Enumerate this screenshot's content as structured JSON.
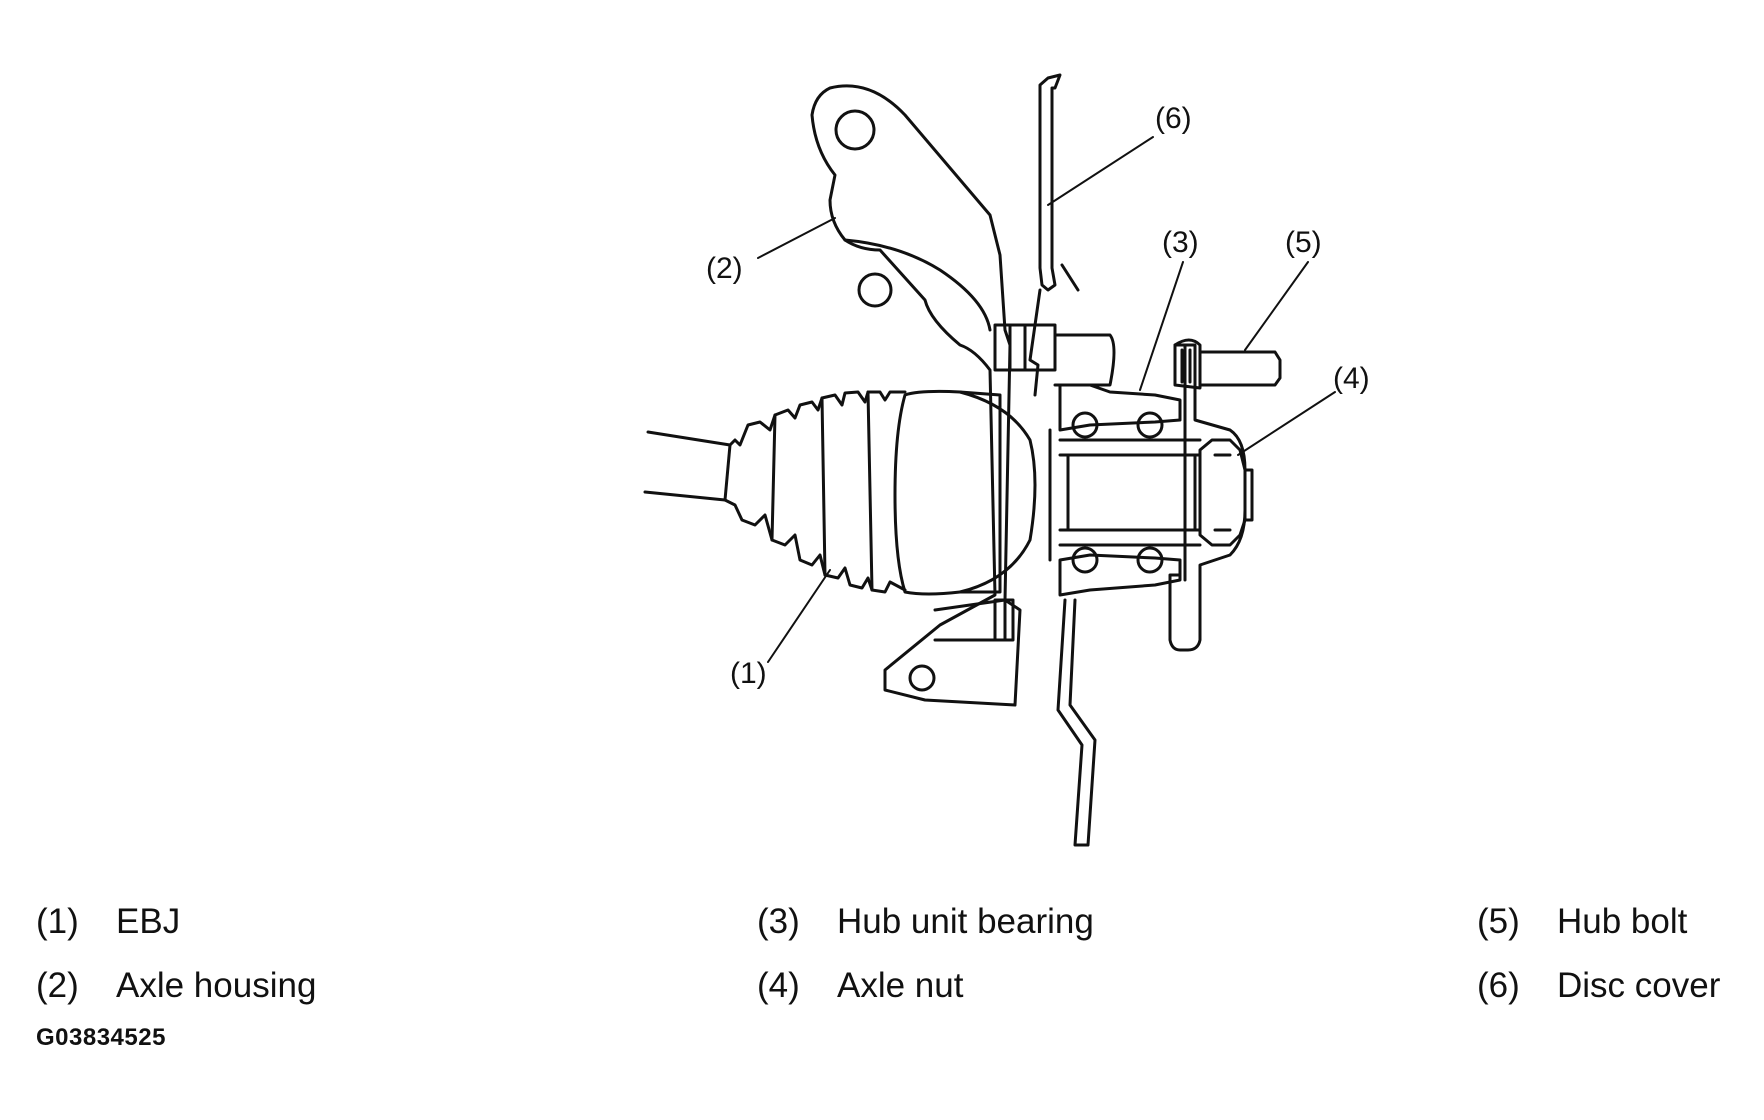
{
  "diagram": {
    "callouts": [
      {
        "id": "1",
        "label": "(1)"
      },
      {
        "id": "2",
        "label": "(2)"
      },
      {
        "id": "3",
        "label": "(3)"
      },
      {
        "id": "4",
        "label": "(4)"
      },
      {
        "id": "5",
        "label": "(5)"
      },
      {
        "id": "6",
        "label": "(6)"
      }
    ]
  },
  "legend": [
    {
      "num": "(1)",
      "text": "EBJ"
    },
    {
      "num": "(2)",
      "text": "Axle housing"
    },
    {
      "num": "(3)",
      "text": "Hub unit bearing"
    },
    {
      "num": "(4)",
      "text": "Axle nut"
    },
    {
      "num": "(5)",
      "text": "Hub bolt"
    },
    {
      "num": "(6)",
      "text": "Disc cover"
    }
  ],
  "figure_code": "G03834525"
}
